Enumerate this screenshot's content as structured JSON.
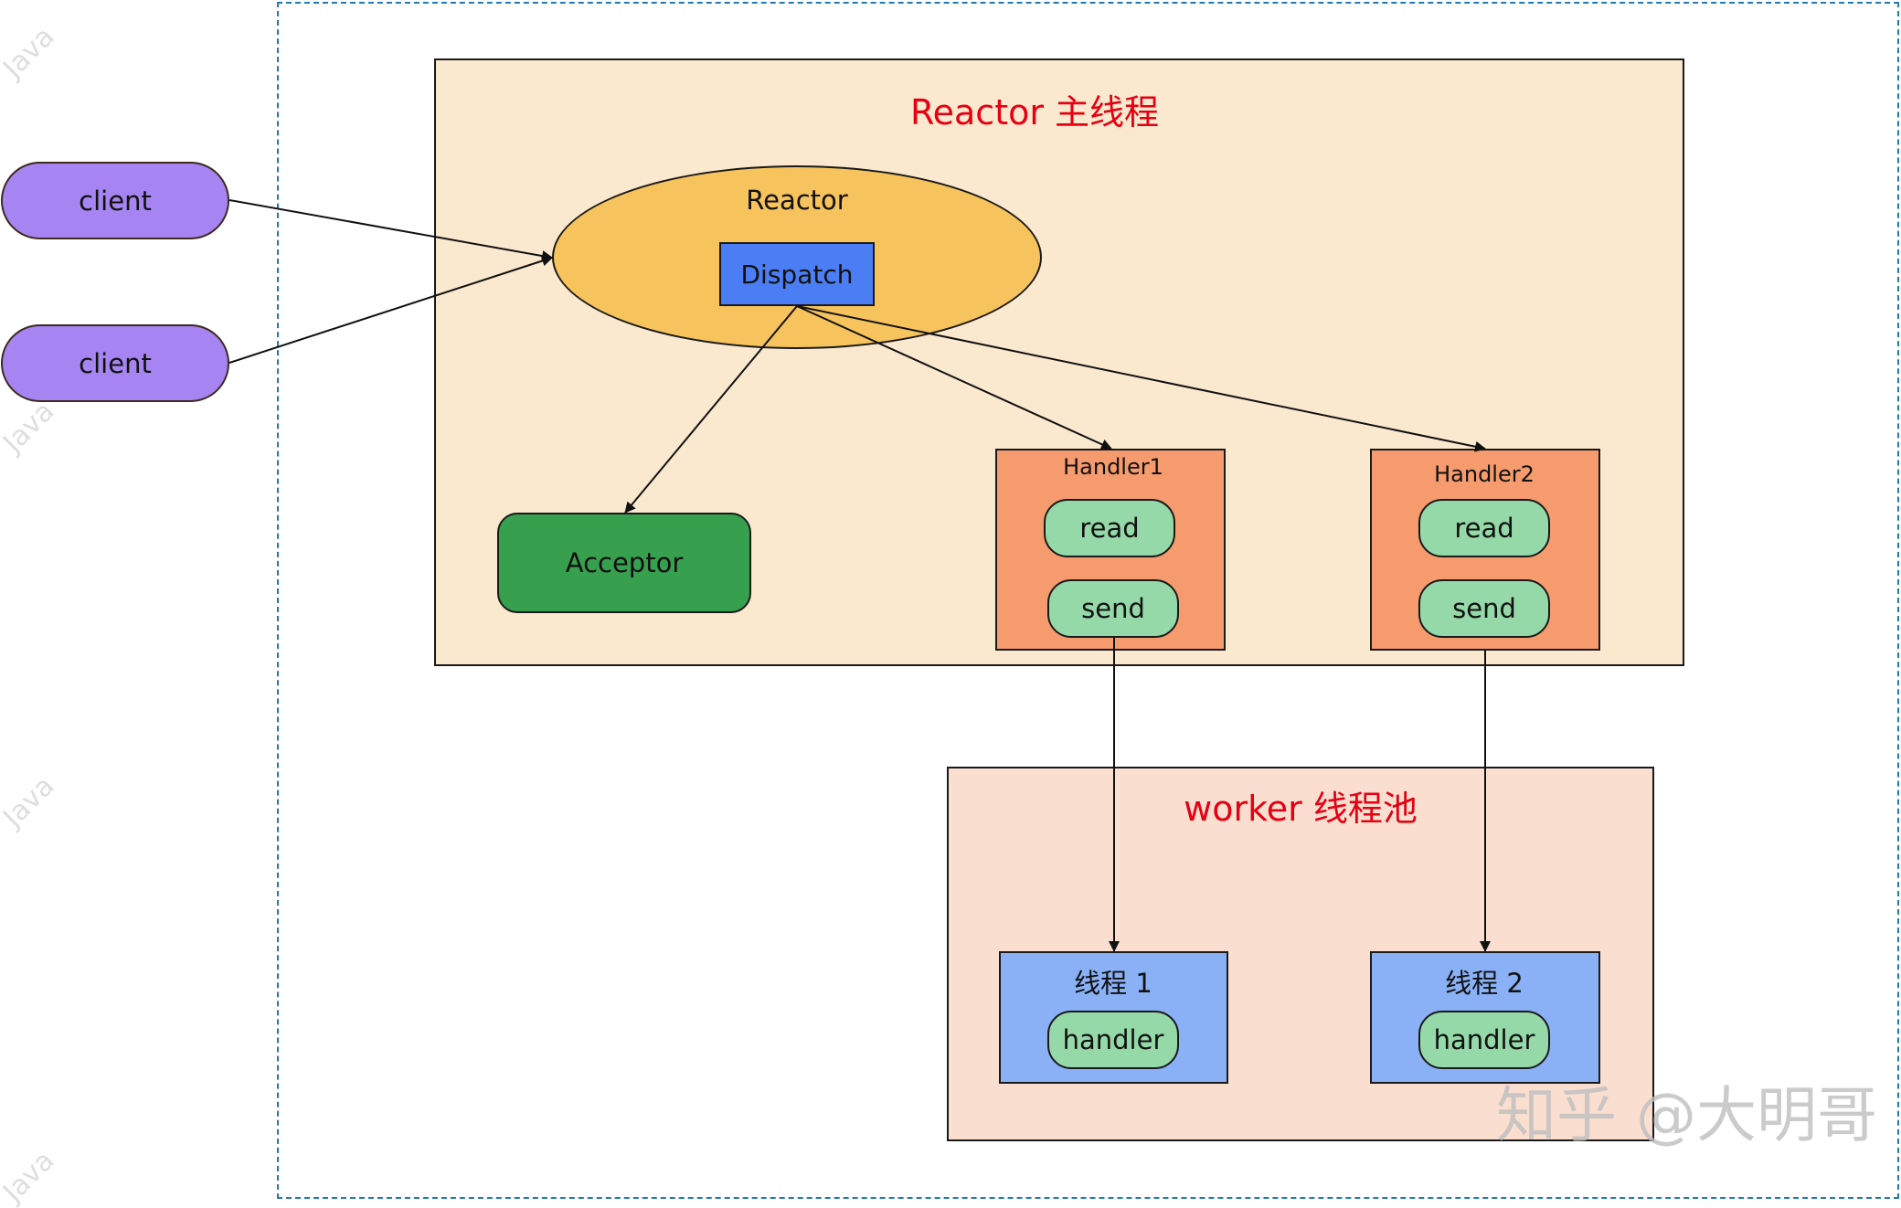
{
  "reactor_region": {
    "title": "Reactor 主线程"
  },
  "worker_region": {
    "title": "worker 线程池"
  },
  "clients": [
    "client",
    "client"
  ],
  "reactor": {
    "label": "Reactor",
    "dispatch": "Dispatch"
  },
  "acceptor": "Acceptor",
  "handlers": [
    {
      "title": "Handler1",
      "read": "read",
      "send": "send"
    },
    {
      "title": "Handler2",
      "read": "read",
      "send": "send"
    }
  ],
  "threads": [
    {
      "title": "线程 1",
      "handler": "handler"
    },
    {
      "title": "线程 2",
      "handler": "handler"
    }
  ],
  "watermark": {
    "side": "Java",
    "corner": "知乎 @大明哥"
  },
  "colors": {
    "client": "#a685f2",
    "reactor_region": "#fae8cf",
    "worker_region": "#fadfd1",
    "reactor_ellipse": "#f6c35c",
    "dispatch": "#4b7ef5",
    "acceptor": "#37a04f",
    "handler": "#f59b6e",
    "pill": "#96d9a9",
    "thread": "#8ab1f6",
    "title_text": "#e60012",
    "frame": "#1f7ab8"
  }
}
